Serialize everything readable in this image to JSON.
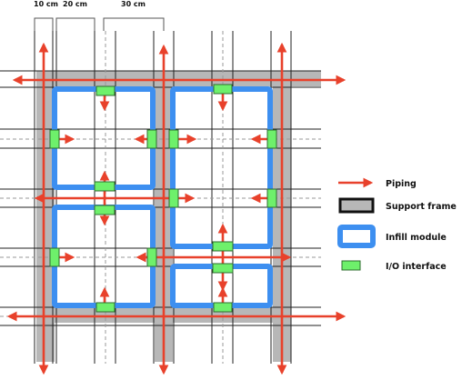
{
  "dimensions": {
    "label_10": "10 cm",
    "label_20": "20 cm",
    "label_30": "30 cm"
  },
  "legend": {
    "piping": "Piping",
    "support_frame": "Support frame",
    "infill_module": "Infill module",
    "io_interface": "I/O interface"
  },
  "colors": {
    "pipe": "#e8412b",
    "frame_fill": "#b7b7b7",
    "frame_stroke": "#3a3a3a",
    "module": "#3d8ff0",
    "io_fill": "#6ef06b",
    "io_stroke": "#2f6b2f",
    "grid": "#222222",
    "dashed": "#999999"
  }
}
